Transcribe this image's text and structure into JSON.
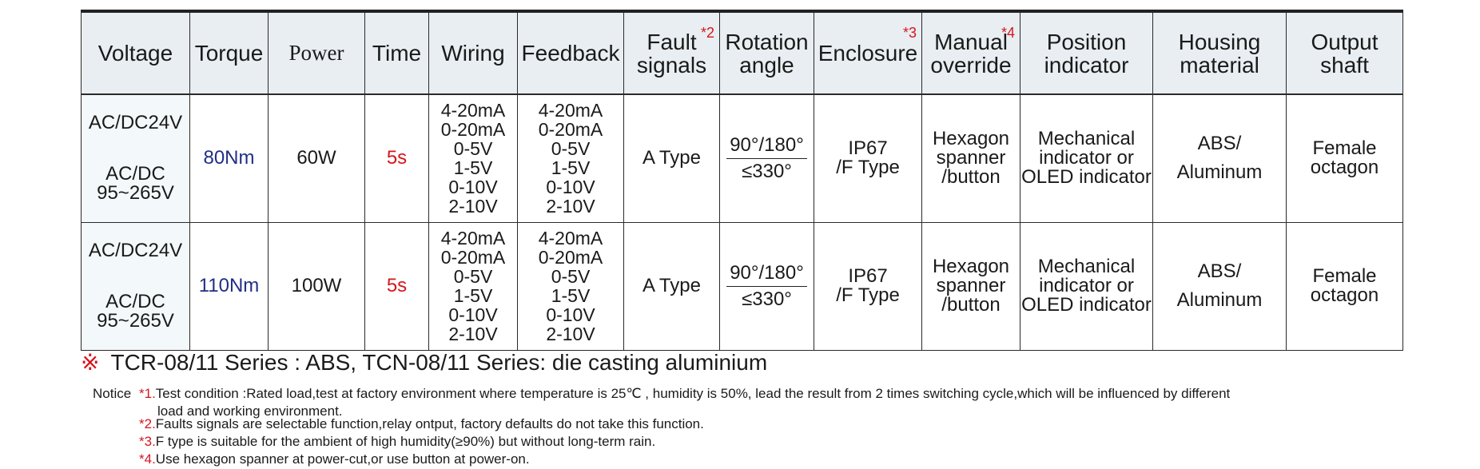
{
  "headers": [
    {
      "label": "Voltage"
    },
    {
      "label": "Torque"
    },
    {
      "label": "Power"
    },
    {
      "label": "Time"
    },
    {
      "label": "Wiring"
    },
    {
      "label": "Feedback"
    },
    {
      "line1": "Fault",
      "line2": "signals",
      "mark": "*2"
    },
    {
      "line1": "Rotation",
      "line2": "angle"
    },
    {
      "label": "Enclosure",
      "mark": "*3"
    },
    {
      "line1": "Manual",
      "line2": "override",
      "mark": "*4"
    },
    {
      "line1": "Position",
      "line2": "indicator"
    },
    {
      "line1": "Housing",
      "line2": "material"
    },
    {
      "line1": "Output",
      "line2": "shaft"
    }
  ],
  "rows": [
    {
      "voltage_top": "AC/DC24V",
      "voltage_bottom_1": "AC/DC",
      "voltage_bottom_2": "95~265V",
      "torque": "80Nm",
      "power": "60W",
      "time": "5s",
      "wiring": [
        "4-20mA",
        "0-20mA",
        "0-5V",
        "1-5V",
        "0-10V",
        "2-10V"
      ],
      "feedback": [
        "4-20mA",
        "0-20mA",
        "0-5V",
        "1-5V",
        "0-10V",
        "2-10V"
      ],
      "fault": "A Type",
      "rotation_top": "90°/180°",
      "rotation_bottom": "≤330°",
      "enclosure_1": "IP67",
      "enclosure_2": "/F Type",
      "manual": [
        "Hexagon",
        "spanner",
        "/button"
      ],
      "position": [
        "Mechanical",
        "indicator or",
        "OLED indicator"
      ],
      "housing_1": "ABS/",
      "housing_2": "Aluminum",
      "shaft_1": "Female",
      "shaft_2": "octagon"
    },
    {
      "voltage_top": "AC/DC24V",
      "voltage_bottom_1": "AC/DC",
      "voltage_bottom_2": "95~265V",
      "torque": "110Nm",
      "power": "100W",
      "time": "5s",
      "wiring": [
        "4-20mA",
        "0-20mA",
        "0-5V",
        "1-5V",
        "0-10V",
        "2-10V"
      ],
      "feedback": [
        "4-20mA",
        "0-20mA",
        "0-5V",
        "1-5V",
        "0-10V",
        "2-10V"
      ],
      "fault": "A Type",
      "rotation_top": "90°/180°",
      "rotation_bottom": "≤330°",
      "enclosure_1": "IP67",
      "enclosure_2": "/F Type",
      "manual": [
        "Hexagon",
        "spanner",
        "/button"
      ],
      "position": [
        "Mechanical",
        "indicator or",
        "OLED indicator"
      ],
      "housing_1": "ABS/",
      "housing_2": "Aluminum",
      "shaft_1": "Female",
      "shaft_2": "octagon"
    }
  ],
  "series_note": {
    "mark": "※",
    "text": "TCR-08/11 Series : ABS, TCN-08/11 Series: die casting aluminium"
  },
  "notice": {
    "label": "Notice",
    "items": [
      {
        "mark": "*1.",
        "text": "Test condition :Rated load,test at factory environment where temperature is 25℃ , humidity is 50%, lead the result from 2 times switching cycle,which will be influenced by different",
        "text2": "load and working environment."
      },
      {
        "mark": "*2.",
        "text": "Faults signals are selectable function,relay ontput, factory defaults do not take this function."
      },
      {
        "mark": "*3.",
        "text": "F type is suitable for the ambient of high humidity(≥90%) but without long-term rain."
      },
      {
        "mark": "*4.",
        "text": "Use hexagon spanner at power-cut,or use button at power-on."
      }
    ]
  },
  "colors": {
    "header_bg": "#e8eef1",
    "voltage_bg": "#f3f8fa",
    "torque": "#1f2f86",
    "accent_red": "#d6161d"
  }
}
